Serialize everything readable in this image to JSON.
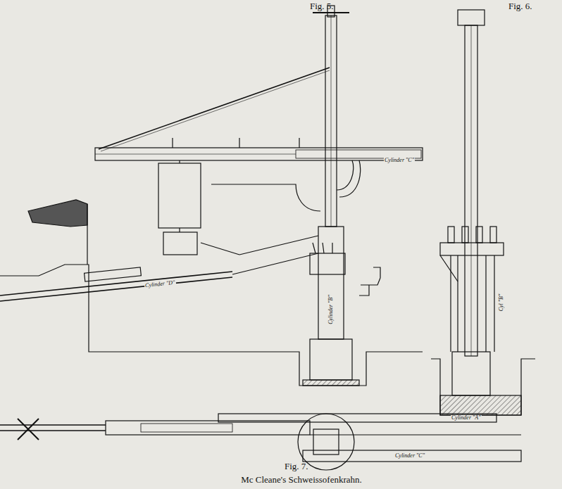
{
  "diagram": {
    "caption": "Mc Cleane's Schweissofenkrahn.",
    "labels": [
      "Fig. 5.",
      "Fig. 6.",
      "Cylinder \"C\"",
      "Cylinder \"D\"",
      "Cylinder \"B\"",
      "Cyl \"B\"",
      "Fig. 7.",
      "Cylinder \"A\"",
      "Cylinder \"C\""
    ]
  }
}
